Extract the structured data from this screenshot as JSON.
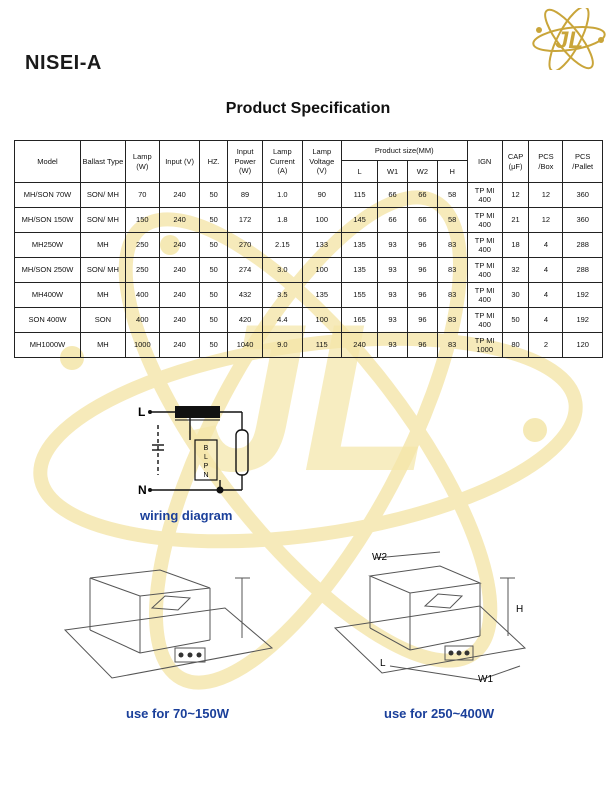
{
  "brand": "NISEI-A",
  "logo_text": "JL",
  "title": "Product Specification",
  "table": {
    "headers": {
      "model": "Model",
      "ballast_type": "Ballast Type",
      "lamp": "Lamp (W)",
      "input": "Input (V)",
      "hz": "HZ.",
      "input_power": "Input Power (W)",
      "lamp_current": "Lamp Current (A)",
      "lamp_voltage": "Lamp Voltage (V)",
      "product_size": "Product size(MM)",
      "l": "L",
      "w1": "W1",
      "w2": "W2",
      "h": "H",
      "ign": "IGN",
      "cap": "CAP (μF)",
      "pcs_box": "PCS /Box",
      "pcs_pallet": "PCS /Pallet"
    },
    "rows": [
      [
        "MH/SON 70W",
        "SON/ MH",
        "70",
        "240",
        "50",
        "89",
        "1.0",
        "90",
        "115",
        "66",
        "66",
        "58",
        "TP MI 400",
        "12",
        "12",
        "360"
      ],
      [
        "MH/SON 150W",
        "SON/ MH",
        "150",
        "240",
        "50",
        "172",
        "1.8",
        "100",
        "145",
        "66",
        "66",
        "58",
        "TP MI 400",
        "21",
        "12",
        "360"
      ],
      [
        "MH250W",
        "MH",
        "250",
        "240",
        "50",
        "270",
        "2.15",
        "133",
        "135",
        "93",
        "96",
        "83",
        "TP MI 400",
        "18",
        "4",
        "288"
      ],
      [
        "MH/SON 250W",
        "SON/ MH",
        "250",
        "240",
        "50",
        "274",
        "3.0",
        "100",
        "135",
        "93",
        "96",
        "83",
        "TP MI 400",
        "32",
        "4",
        "288"
      ],
      [
        "MH400W",
        "MH",
        "400",
        "240",
        "50",
        "432",
        "3.5",
        "135",
        "155",
        "93",
        "96",
        "83",
        "TP MI 400",
        "30",
        "4",
        "192"
      ],
      [
        "SON 400W",
        "SON",
        "400",
        "240",
        "50",
        "420",
        "4.4",
        "100",
        "165",
        "93",
        "96",
        "83",
        "TP MI 400",
        "50",
        "4",
        "192"
      ],
      [
        "MH1000W",
        "MH",
        "1000",
        "240",
        "50",
        "1040",
        "9.0",
        "115",
        "240",
        "93",
        "96",
        "83",
        "TP MI 1000",
        "80",
        "2",
        "120"
      ]
    ]
  },
  "wiring": {
    "caption": "wiring diagram",
    "l_label": "L",
    "n_label": "N",
    "ign_letters": [
      "B",
      "L",
      "P",
      "N"
    ]
  },
  "small_ballast": {
    "caption": "use for 70~150W"
  },
  "large_ballast": {
    "caption": "use for 250~400W",
    "w2": "W2",
    "h": "H",
    "l": "L",
    "w1": "W1"
  },
  "colors": {
    "caption": "#1a3f9a",
    "watermark": "#efd98a"
  }
}
